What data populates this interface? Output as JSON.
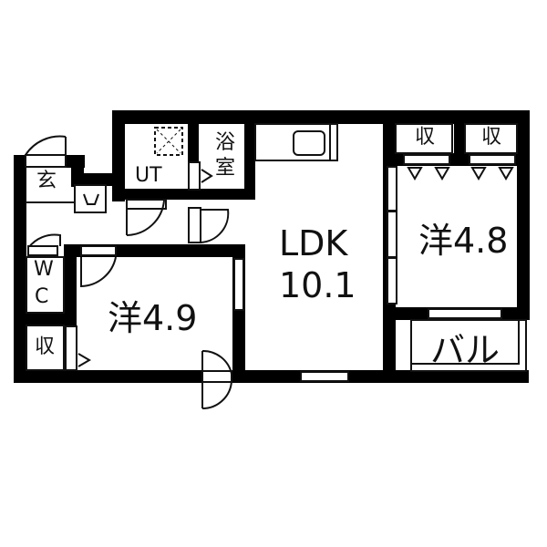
{
  "floor_plan": {
    "rooms": {
      "ldk": {
        "name": "LDK",
        "size": "10.1"
      },
      "western_east": {
        "label": "洋4.8"
      },
      "western_west": {
        "label": "洋4.9"
      },
      "balcony": {
        "label": "バル"
      },
      "entrance": {
        "label": "玄"
      },
      "utility": {
        "label": "UT"
      },
      "bathroom": {
        "label": "浴室",
        "line1": "浴",
        "line2": "室"
      },
      "toilet": {
        "label": "WC",
        "line1": "W",
        "line2": "C"
      },
      "storage_west": {
        "label": "収"
      },
      "closet_1": {
        "label": "収"
      },
      "closet_2": {
        "label": "収"
      }
    },
    "colors": {
      "wall": "#000000",
      "background": "#ffffff",
      "line": "#111111"
    }
  }
}
